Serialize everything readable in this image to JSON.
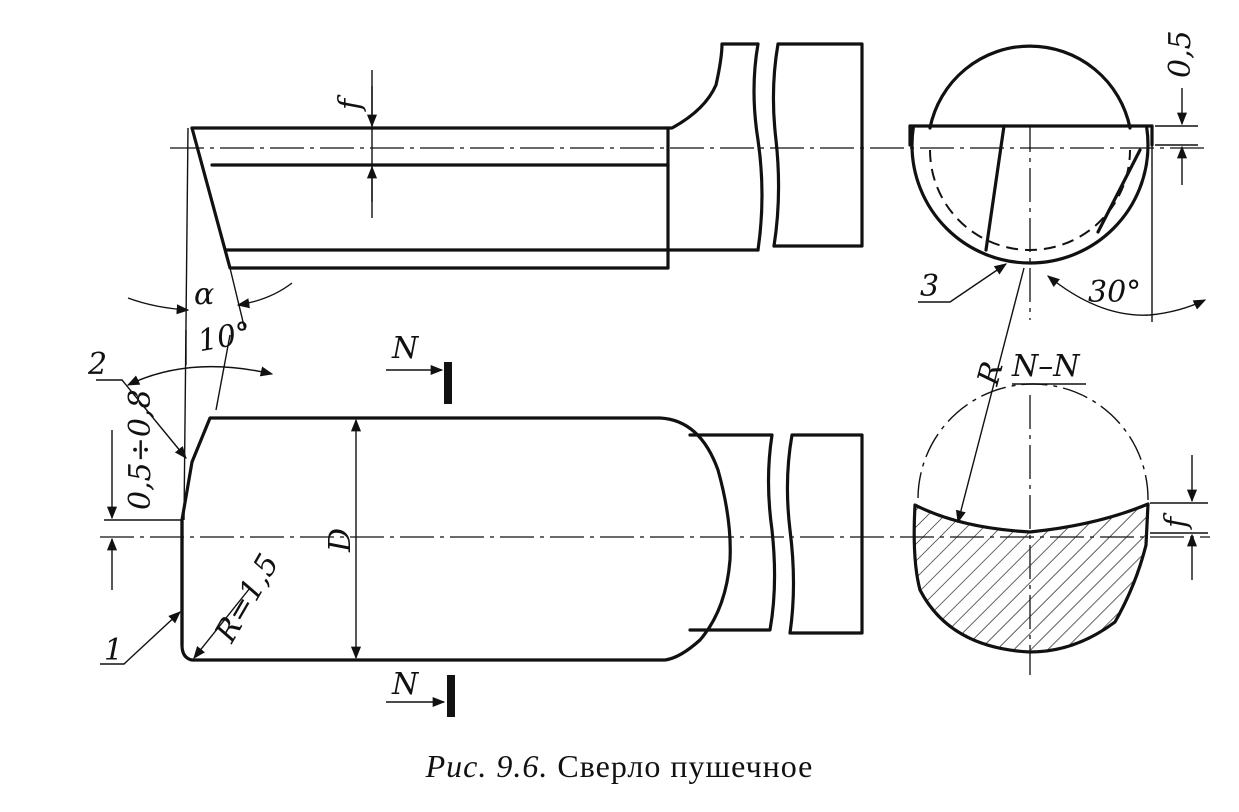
{
  "caption": {
    "figure_label": "Рис. 9.6.",
    "title": "Сверло  пушечное"
  },
  "labels": {
    "f_top": "f",
    "alpha": "α",
    "angle_10": "10°",
    "callout_2": "2",
    "tol_05_08": "0,5÷0,8",
    "D": "D",
    "R_15": "R=1,5",
    "callout_1": "1",
    "N_top": "N",
    "N_bottom": "N",
    "dim_05": "0,5",
    "callout_3": "3",
    "angle_30": "30°",
    "R": "R",
    "section": "N–N",
    "f_right": "f"
  }
}
